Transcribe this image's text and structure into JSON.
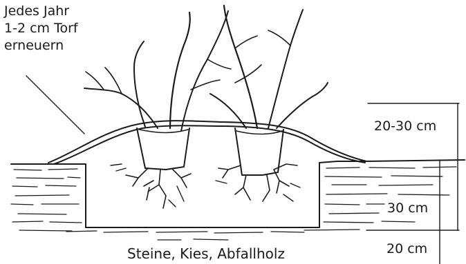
{
  "diagram": {
    "annotation_lines": [
      "Jedes Jahr",
      "1-2 cm Torf",
      "erneuern"
    ],
    "dimensions": {
      "mound_height": "20-30 cm",
      "pit_depth": "30 cm",
      "drainage_layer": "20 cm"
    },
    "drainage_label": "Steine, Kies, Abfallholz"
  }
}
